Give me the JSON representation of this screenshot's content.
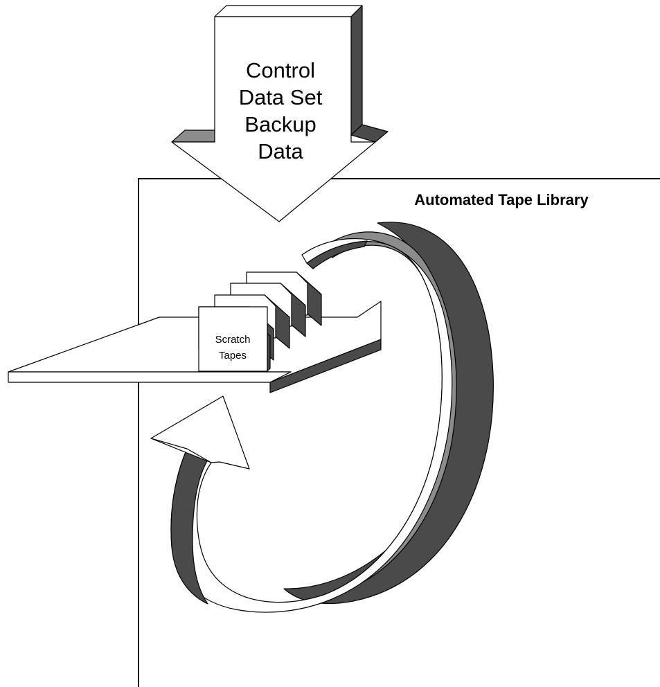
{
  "diagram": {
    "arrow_label_lines": [
      "Control",
      "Data Set",
      "Backup",
      "Data"
    ],
    "library_label": "Automated Tape Library",
    "tape_label_lines": [
      "Scratch",
      "Tapes"
    ]
  },
  "colors": {
    "dark_shade": "#4a4a4a",
    "mid_shade": "#8c8c8c",
    "outline": "#000000",
    "fill": "#ffffff"
  }
}
